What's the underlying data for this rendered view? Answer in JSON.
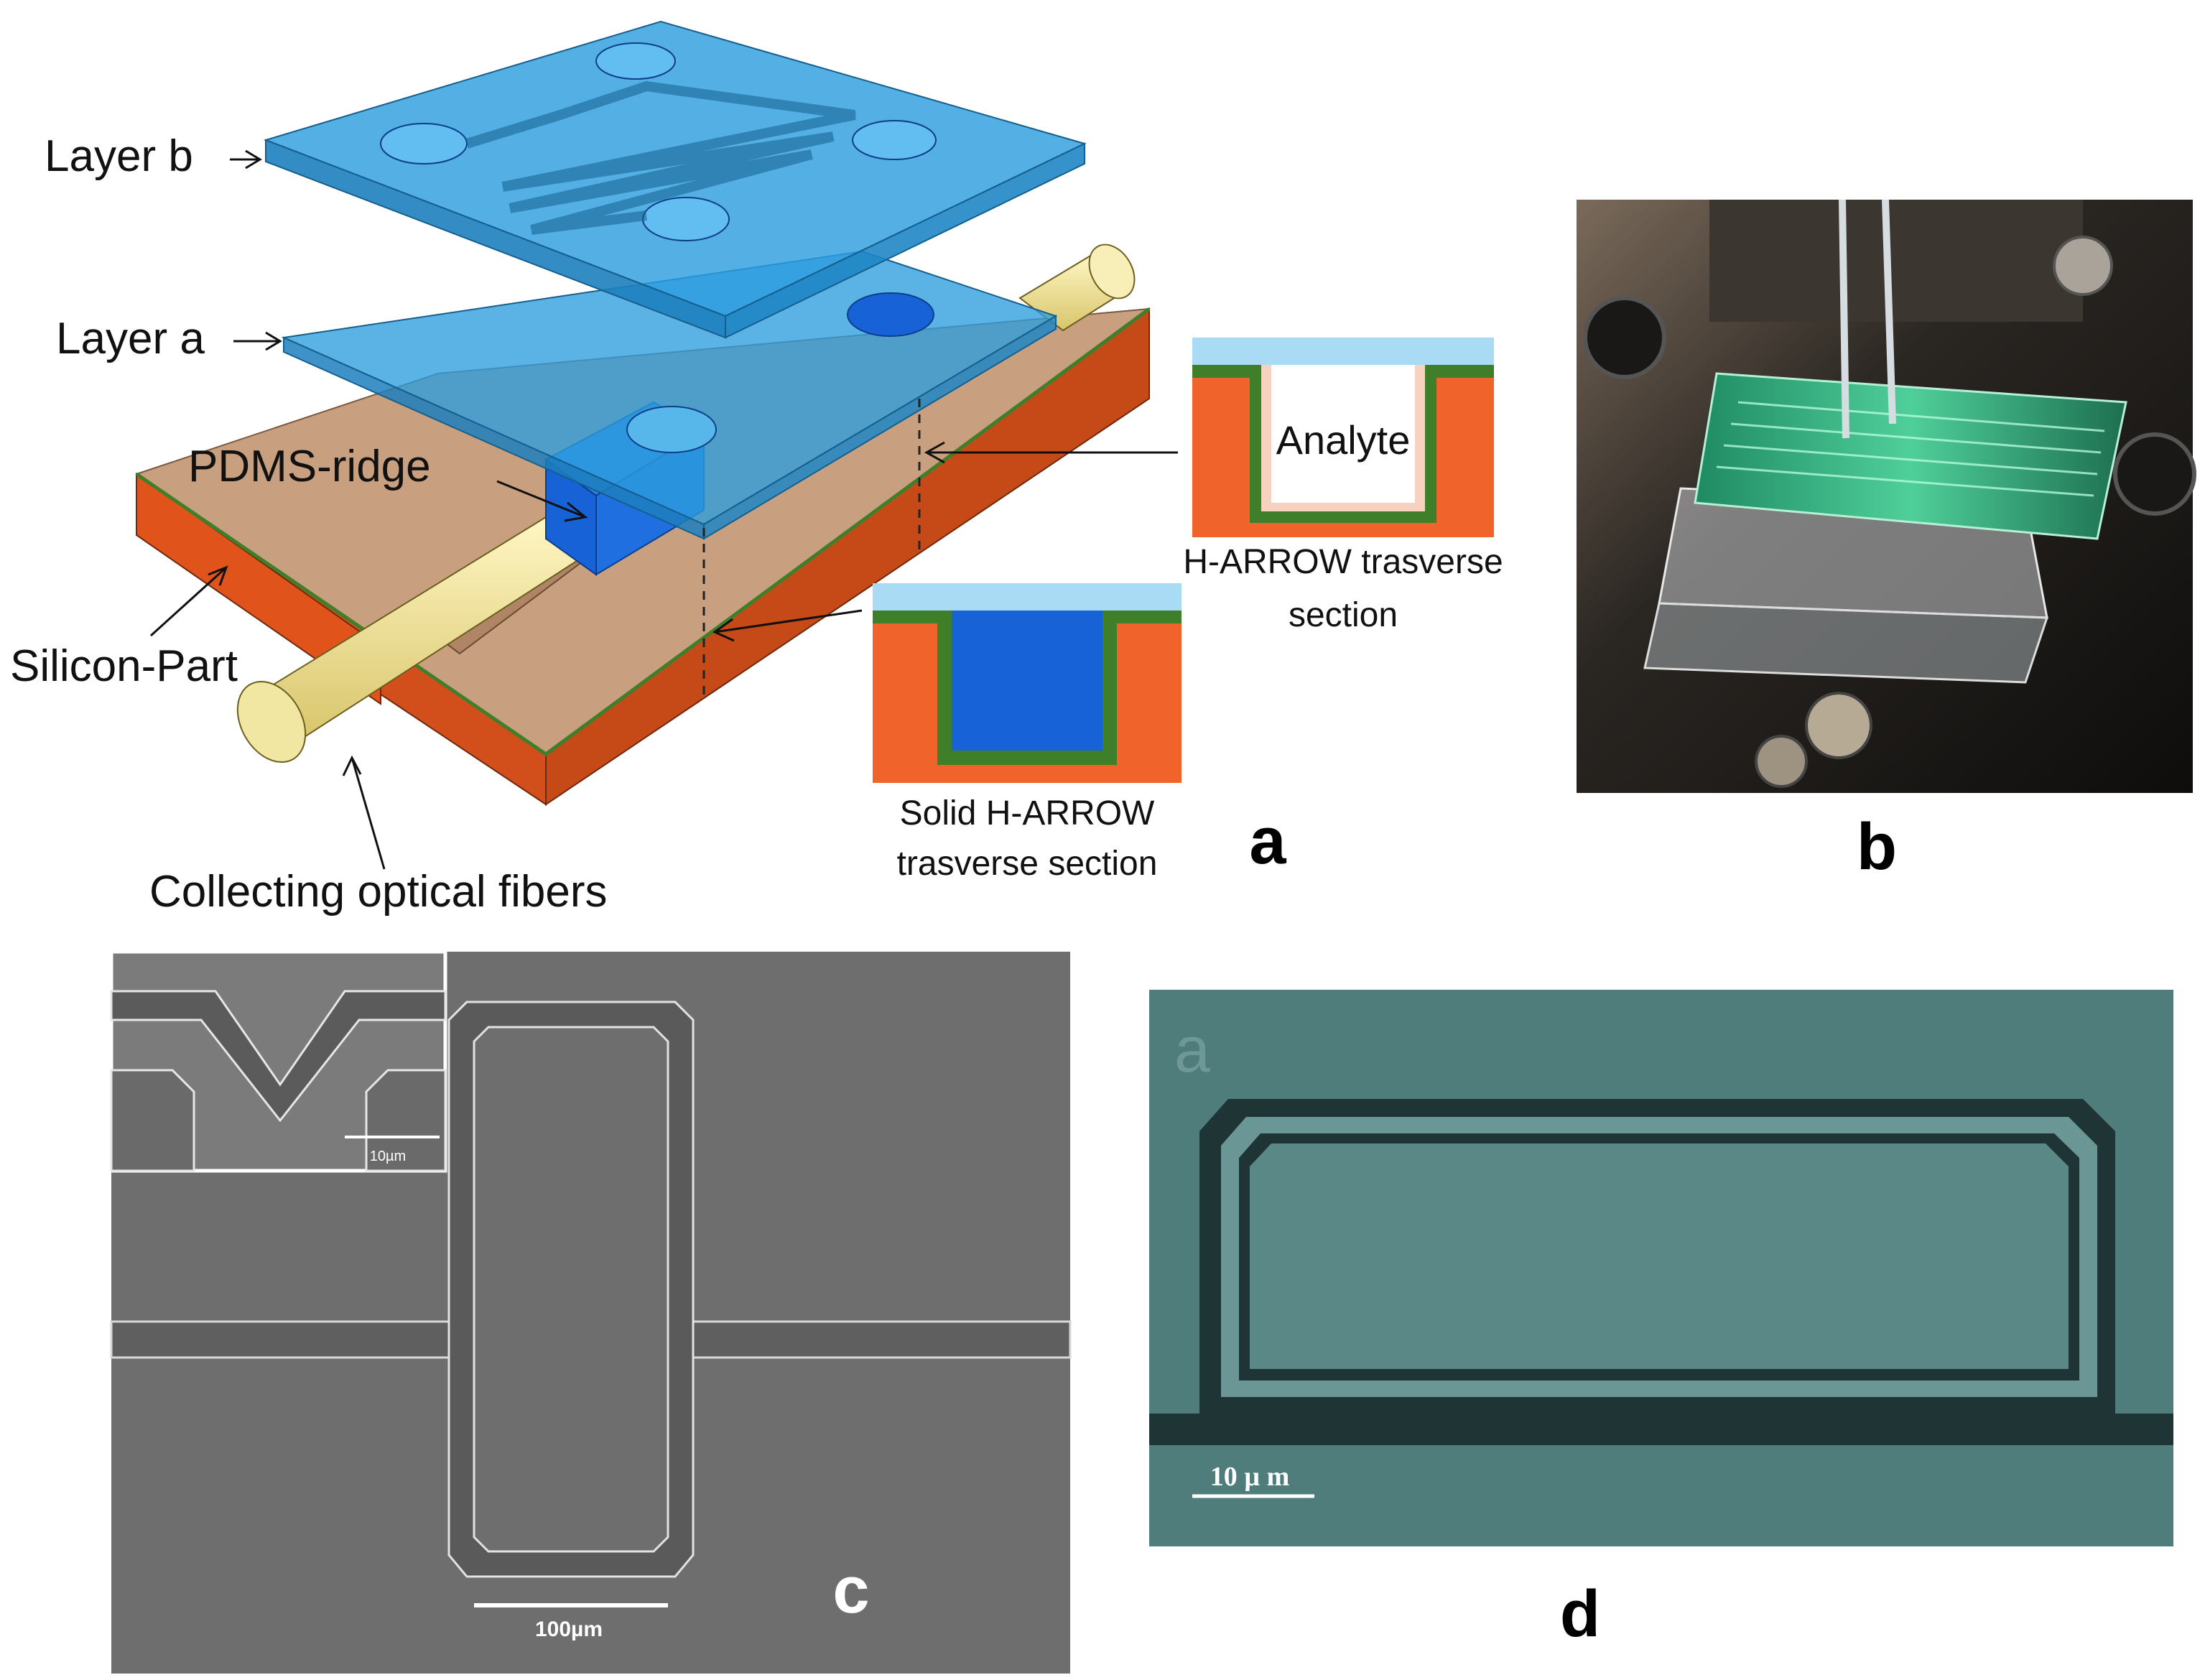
{
  "panel_a": {
    "layer_b_label": "Layer b",
    "layer_a_label": "Layer a",
    "pdms_ridge": "PDMS-ridge",
    "silicon_part": "Silicon-Part",
    "fibers": "Collecting optical fibers",
    "analyte": "Analyte",
    "harrow_caption_1": "H-ARROW trasverse",
    "harrow_caption_2": "section",
    "solid_caption_1": "Solid H-ARROW",
    "solid_caption_2": "trasverse section",
    "letter": "a"
  },
  "panel_b": {
    "letter": "b"
  },
  "panel_c": {
    "inset_scale": "10µm",
    "scale": "100µm",
    "letter": "c"
  },
  "panel_d": {
    "faint_mark": "a",
    "scale": "10 µ m",
    "letter": "d"
  },
  "colors": {
    "silicon": "#e0541c",
    "silicon_top": "#c9a07f",
    "layer_blue": "#2d9ede",
    "pdms_blue": "#1662d6",
    "fiber": "#efe08f",
    "green_layer": "#3f7f2a",
    "sem_gray": "#6e6e6e",
    "sem_teal": "#4f7d7b"
  }
}
